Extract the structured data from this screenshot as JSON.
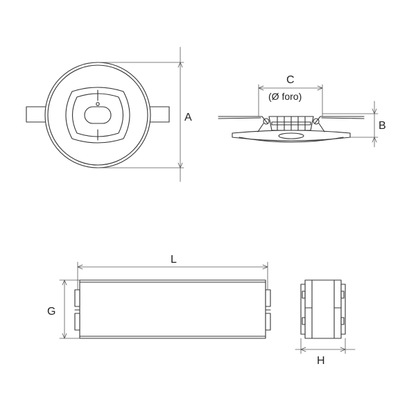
{
  "labels": {
    "A": "A",
    "B": "B",
    "C": "C",
    "C_note": "(Ø foro)",
    "L": "L",
    "G": "G",
    "H": "H"
  },
  "colors": {
    "line": "#333333",
    "dim": "#555555",
    "fill": "#ffffff"
  }
}
